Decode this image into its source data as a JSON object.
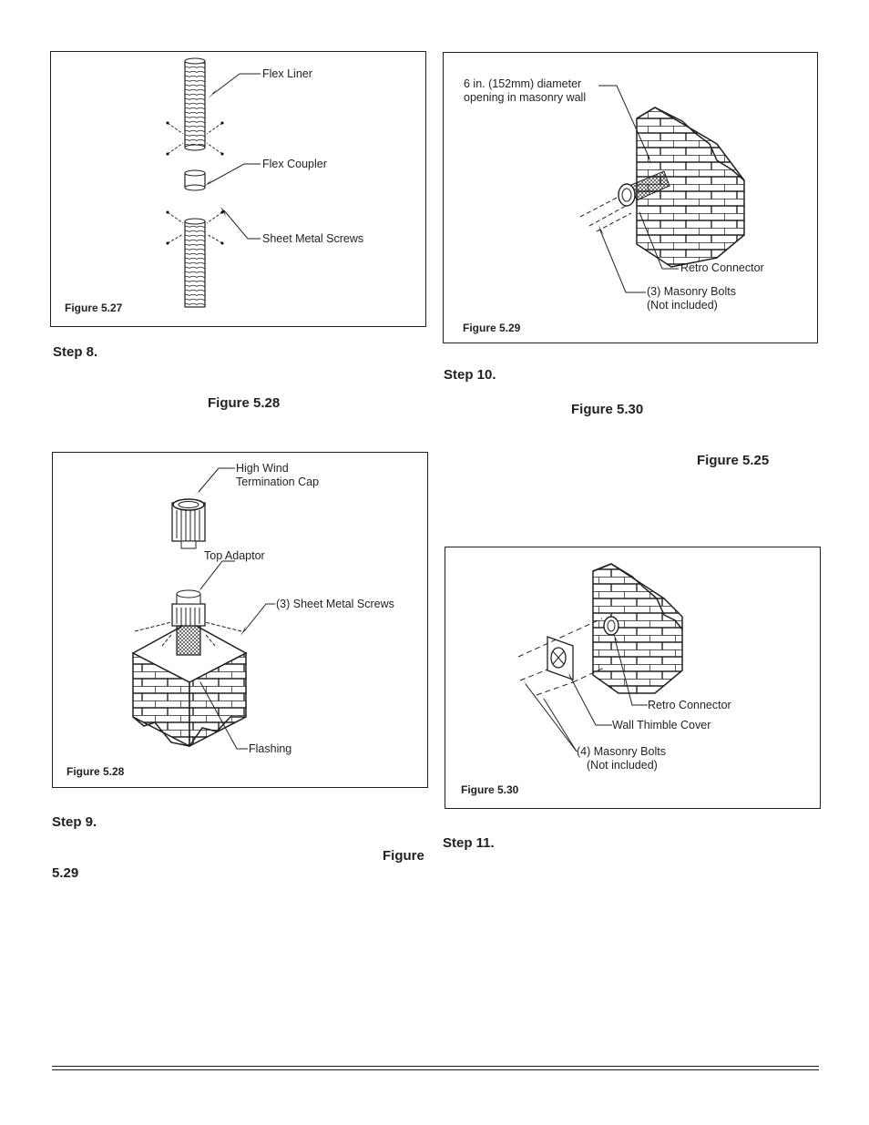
{
  "figures": {
    "f527": {
      "caption": "Figure 5.27",
      "labels": {
        "flex_liner": "Flex Liner",
        "flex_coupler": "Flex Coupler",
        "screws": "Sheet Metal Screws"
      }
    },
    "f528": {
      "caption": "Figure 5.28",
      "labels": {
        "cap_line1": "High Wind",
        "cap_line2": "Termination Cap",
        "top_adaptor": "Top Adaptor",
        "screws": "(3) Sheet Metal Screws",
        "flashing": "Flashing"
      }
    },
    "f529": {
      "caption": "Figure 5.29",
      "labels": {
        "opening_line1": "6 in. (152mm) diameter",
        "opening_line2": "opening in masonry wall",
        "retro": "Retro Connector",
        "bolts_line1": "(3) Masonry Bolts",
        "bolts_line2": "(Not included)"
      }
    },
    "f530": {
      "caption": "Figure 5.30",
      "labels": {
        "retro": "Retro Connector",
        "thimble": "Wall Thimble Cover",
        "bolts_line1": "(4) Masonry Bolts",
        "bolts_line2": "(Not included)"
      }
    }
  },
  "text": {
    "step8": "Step 8.",
    "ref_528": "Figure  5.28",
    "step9": "Step 9.",
    "ref_529a": "Figure",
    "ref_529b": "5.29",
    "step10": "Step 10.",
    "ref_530": "Figure 5.30",
    "ref_525": "Figure  5.25",
    "step11": "Step 11."
  }
}
